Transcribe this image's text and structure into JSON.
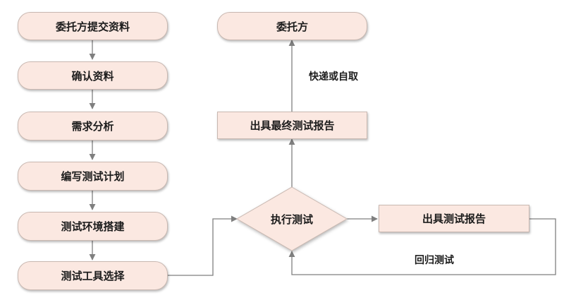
{
  "colors": {
    "node_fill": "#fbe8e1",
    "node_border": "#c9b8b1",
    "connector": "#7f7f7f",
    "text": "#1c1c1c"
  },
  "left_column": [
    "委托方提交资料",
    "确认资料",
    "需求分析",
    "编写测试计划",
    "测试环境搭建",
    "测试工具选择"
  ],
  "decision": "执行测试",
  "report_test": "出具测试报告",
  "report_final": "出具最终测试报告",
  "client": "委托方",
  "labels": {
    "delivery": "快递或自取",
    "retest": "回归测试"
  }
}
